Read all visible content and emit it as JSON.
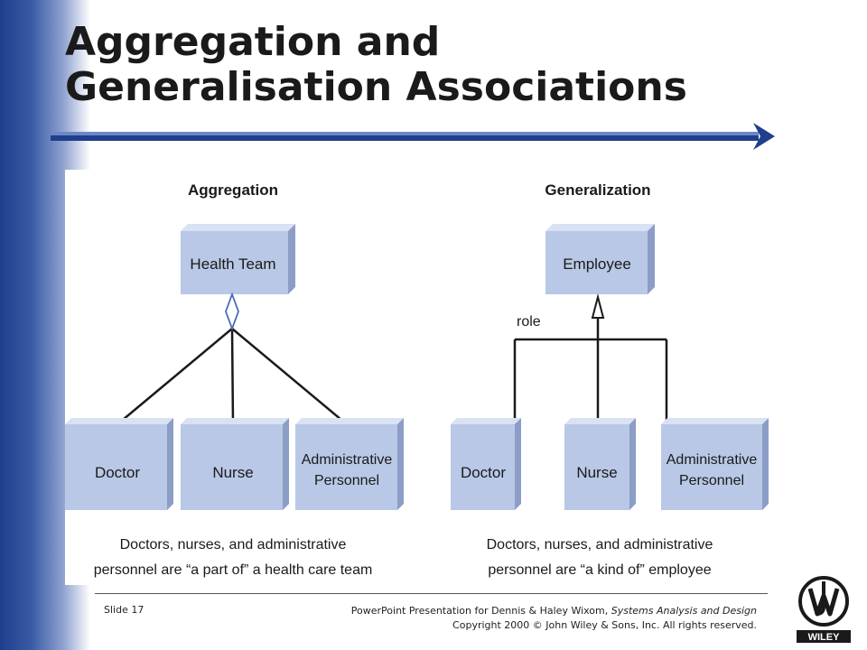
{
  "title": {
    "line1": "Aggregation and",
    "line2": "Generalisation Associations"
  },
  "aggregation": {
    "heading": "Aggregation",
    "parent": "Health Team",
    "children": [
      {
        "lines": [
          "Doctor"
        ]
      },
      {
        "lines": [
          "Nurse"
        ]
      },
      {
        "lines": [
          "Administrative",
          "Personnel"
        ]
      }
    ],
    "caption": [
      "Doctors, nurses, and administrative",
      "personnel are “a part of” a health care team"
    ]
  },
  "generalization": {
    "heading": "Generalization",
    "parent": "Employee",
    "role_label": "role",
    "children": [
      {
        "lines": [
          "Doctor"
        ]
      },
      {
        "lines": [
          "Nurse"
        ]
      },
      {
        "lines": [
          "Administrative",
          "Personnel"
        ]
      }
    ],
    "caption": [
      "Doctors, nurses, and administrative",
      "personnel are “a kind of” employee"
    ]
  },
  "footer": {
    "slide": "Slide 17",
    "credit_prefix": "PowerPoint Presentation for Dennis & Haley Wixom, ",
    "credit_book": "Systems Analysis and Design",
    "copyright": "Copyright 2000 © John Wiley & Sons, Inc.  All rights reserved."
  },
  "logo": {
    "text": "WILEY"
  },
  "colors": {
    "box_front": "#b9c8e6",
    "box_side": "#8c9dc6",
    "box_top": "#d9e2f3",
    "line": "#1a1a1a",
    "accent": "#1f3f8c"
  }
}
